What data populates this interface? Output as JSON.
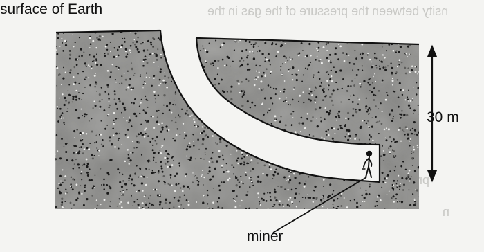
{
  "labels": {
    "surface": "surface of Earth",
    "depth": "30 m",
    "miner": "miner"
  },
  "colors": {
    "rock": "#8a8a88",
    "rock_dark": "#5d5d5b",
    "rock_light": "#b5b5b2",
    "tunnel": "#ffffff",
    "ink": "#111111",
    "paper": "#f4f4f2"
  },
  "icons": [
    "rock-stipple",
    "depth-arrow-icon",
    "miner-figure-icon"
  ]
}
